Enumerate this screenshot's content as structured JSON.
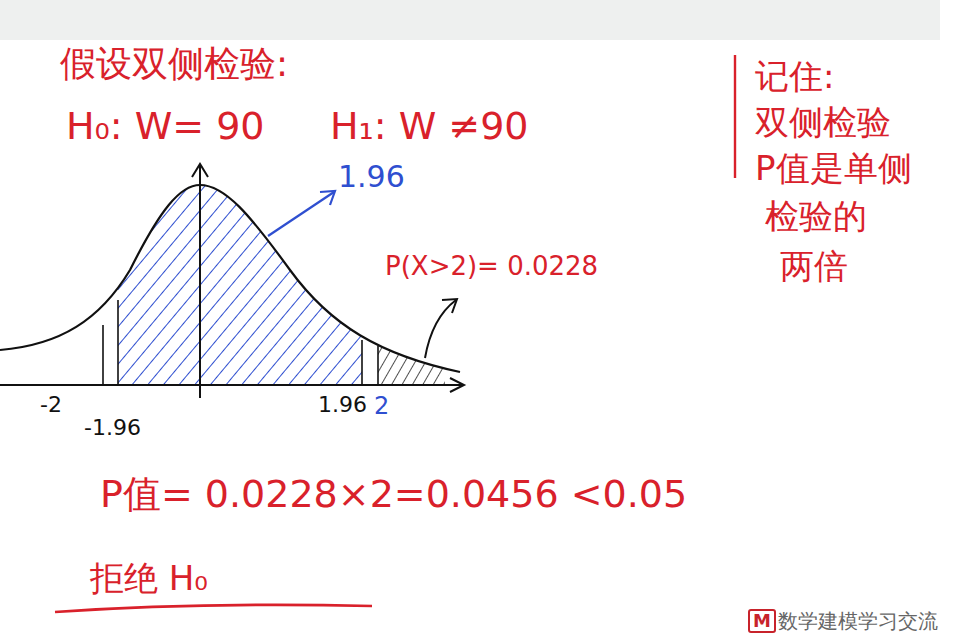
{
  "diagram": {
    "labels": [
      "假设双侧检验:",
      "H₀: W= 90",
      "H₁: W ≠90",
      "1.96",
      "P(X>2)= 0.0228",
      "-2",
      "-1.96",
      "1.96",
      "2",
      "记住:",
      "双侧检验",
      "P值是单侧",
      "检验的",
      "两倍",
      "P值= 0.0228×2=0.0456 <0.05",
      "拒绝 H₀",
      "M",
      "数学建模学习交流"
    ]
  }
}
